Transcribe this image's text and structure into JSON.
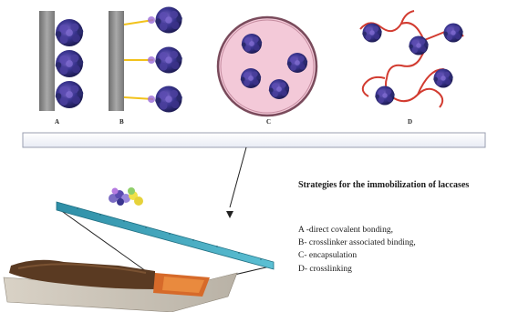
{
  "panels": [
    {
      "label": "A",
      "name": "direct covalent bonding"
    },
    {
      "label": "B",
      "name": "crosslinker associated binding"
    },
    {
      "label": "C",
      "name": "encapsulation"
    },
    {
      "label": "D",
      "name": "crosslinking"
    }
  ],
  "legend": {
    "title": "Strategies for the immobilization of laccases",
    "items": [
      "A -direct covalent bonding,",
      "B- crosslinker  associated binding,",
      "C-  encapsulation",
      "D-  crosslinking"
    ]
  },
  "colors": {
    "enzyme": "#2b2a6e",
    "enzyme_highlight": "#6a4fb0",
    "support": "#8a8a8a",
    "linker": "#f2c21b",
    "crosslink": "#d23b30",
    "capsule_fill": "#f3c9d8",
    "capsule_edge": "#7a4b5c",
    "membrane": "#3aa0b8"
  }
}
